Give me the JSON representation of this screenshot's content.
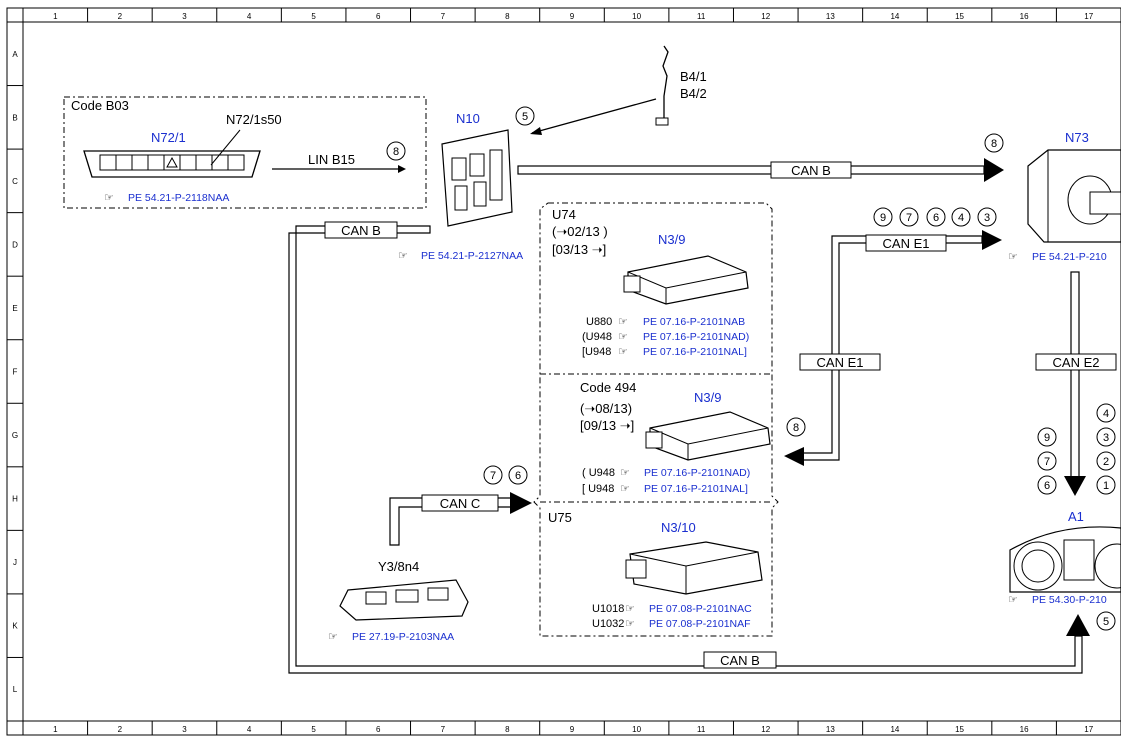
{
  "grid": {
    "columns": [
      "1",
      "2",
      "3",
      "4",
      "5",
      "6",
      "7",
      "8",
      "9",
      "10",
      "11",
      "12",
      "13",
      "14",
      "15",
      "16",
      "17"
    ],
    "rows": [
      "A",
      "B",
      "C",
      "D",
      "E",
      "F",
      "G",
      "H",
      "J",
      "K",
      "L"
    ]
  },
  "groups": {
    "code_b03": "Code B03",
    "u74": "U74",
    "u74_date1": "(➝02/13 )",
    "u74_date2": "[03/13 ➝]",
    "code_494": "Code 494",
    "c494_date1": "(➝08/13)",
    "c494_date2": "[09/13  ➝]",
    "u75": "U75"
  },
  "components": {
    "n72_1": "N72/1",
    "n72_1s50": "N72/1s50",
    "n10": "N10",
    "b4": [
      "B4/1",
      "B4/2"
    ],
    "n73": "N73",
    "n3_9a": "N3/9",
    "n3_9b": "N3/9",
    "n3_10": "N3/10",
    "y3_8n4": "Y3/8n4",
    "a1": "A1"
  },
  "references": {
    "n72": "PE 54.21-P-2118NAA",
    "n10": "PE 54.21-P-2127NAA",
    "n73": "PE 54.21-P-210",
    "u74": [
      {
        "code": "U880 ",
        "ref": "PE 07.16-P-2101NAB"
      },
      {
        "code": "(U948 ",
        "ref": "PE 07.16-P-2101NAD)"
      },
      {
        "code": "[U948 ",
        "ref": "PE 07.16-P-2101NAL]"
      }
    ],
    "c494": [
      {
        "code": "( U948 ",
        "ref": "PE 07.16-P-2101NAD)"
      },
      {
        "code": "[ U948 ",
        "ref": "PE 07.16-P-2101NAL]"
      }
    ],
    "u75": [
      {
        "code": "U1018",
        "ref": "PE 07.08-P-2101NAC"
      },
      {
        "code": "U1032",
        "ref": "PE 07.08-P-2101NAF"
      }
    ],
    "y3": "PE 27.19-P-2103NAA",
    "a1": "PE 54.30-P-210"
  },
  "buses": {
    "lin_b15": "LIN B15",
    "can_b_top": "CAN B",
    "can_b_left": "CAN B",
    "can_b_bottom": "CAN B",
    "can_c": "CAN C",
    "can_e1_top": "CAN E1",
    "can_e1_vertical": "CAN E1",
    "can_e2": "CAN E2"
  },
  "markers": {
    "lin": "8",
    "b4": "5",
    "can_b_n73": "8",
    "e1_top": [
      "9",
      "7",
      "6",
      "4",
      "3"
    ],
    "e1_n3": "8",
    "can_c": [
      "7",
      "6"
    ],
    "e2_left": [
      "9",
      "7",
      "6"
    ],
    "e2_right": [
      "4",
      "3",
      "2",
      "1"
    ],
    "a1_bottom": "5"
  }
}
